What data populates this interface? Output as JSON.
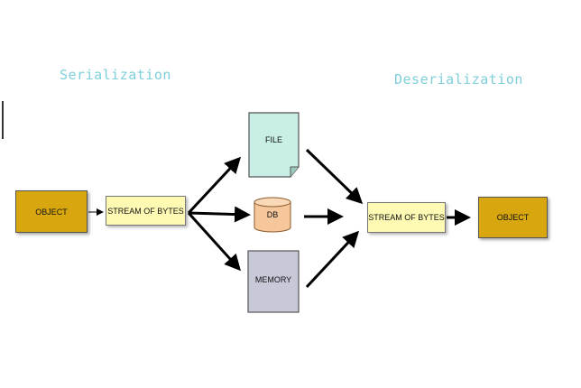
{
  "headings": {
    "serialization": "Serialization",
    "deserialization": "Deserialization"
  },
  "nodes": {
    "object_left": "OBJECT",
    "stream_left": "STREAM OF BYTES",
    "file": "FILE",
    "db": "DB",
    "memory": "MEMORY",
    "stream_right": "STREAM OF BYTES",
    "object_right": "OBJECT"
  },
  "colors": {
    "object": "#d8a60f",
    "stream": "#fffab3",
    "file": "#c9eee6",
    "db": "#f6c79b",
    "memory": "#c7c9d9",
    "heading": "#7fcfda"
  }
}
